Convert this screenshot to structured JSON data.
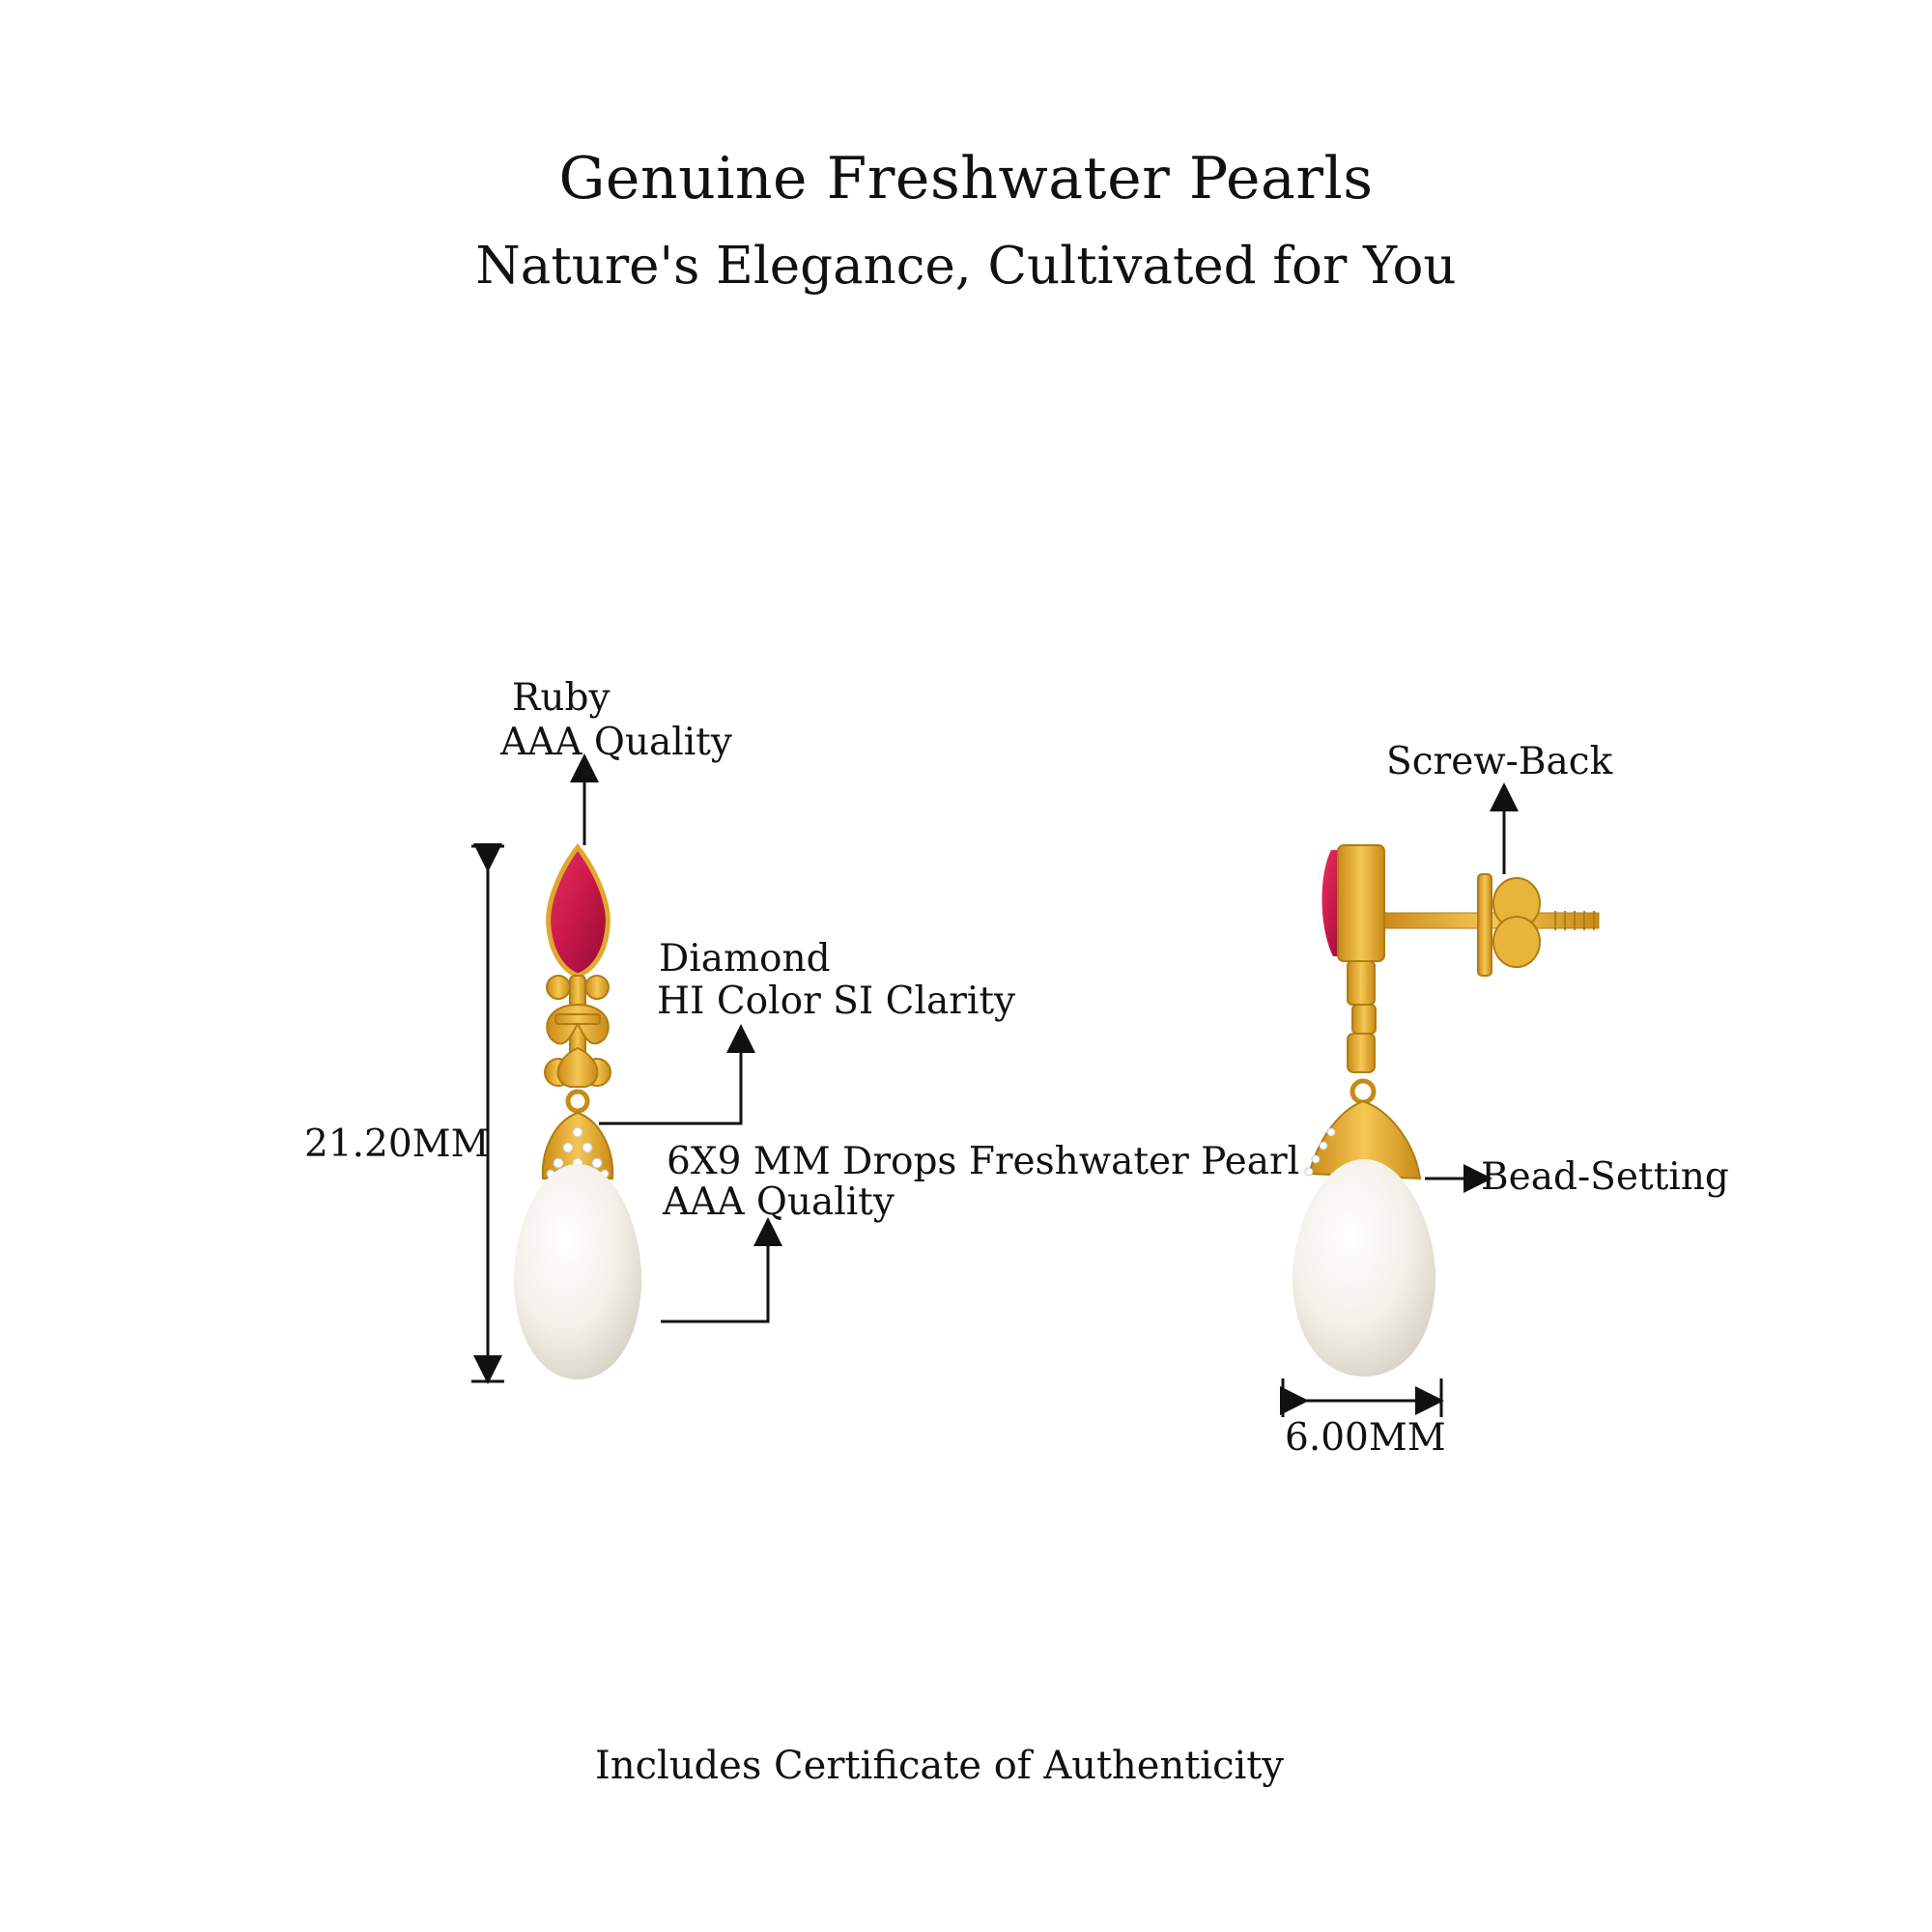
{
  "header": {
    "title": "Genuine Freshwater Pearls",
    "subtitle": "Nature's Elegance, Cultivated for You"
  },
  "front_view": {
    "ruby_label": "Ruby",
    "ruby_quality": "AAA Quality",
    "diamond_label": "Diamond",
    "diamond_spec": "HI Color SI Clarity",
    "pearl_label": "6X9 MM Drops Freshwater Pearl",
    "pearl_quality": "AAA Quality",
    "height_measure": "21.20MM"
  },
  "side_view": {
    "back_label": "Screw-Back",
    "setting_label": "Bead-Setting",
    "width_measure": "6.00MM"
  },
  "footer": {
    "note": "Includes Certificate of Authenticity"
  },
  "colors": {
    "ruby": "#c8174a",
    "gold": "#e8b030",
    "pearl": "#f4f1ea",
    "text": "#111111"
  }
}
